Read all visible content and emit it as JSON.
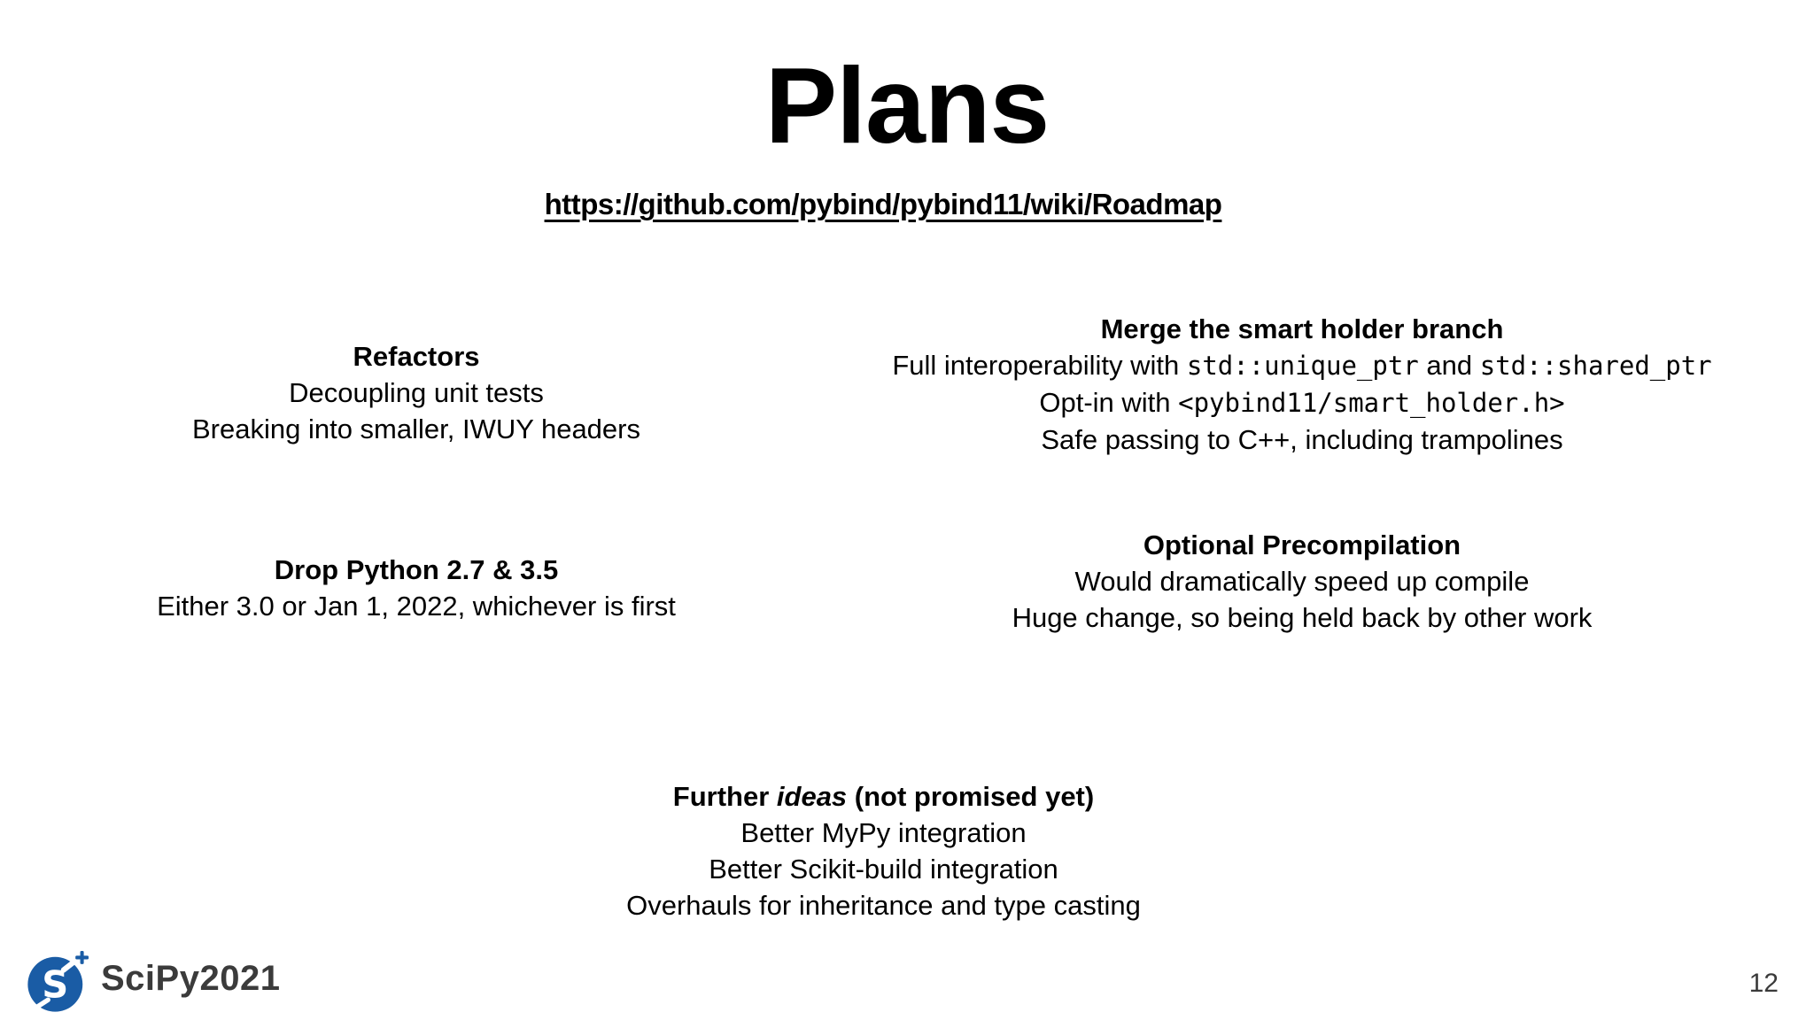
{
  "slide": {
    "title": "Plans",
    "link_text": "https://github.com/pybind/pybind11/wiki/Roadmap",
    "page_number": "12"
  },
  "blocks": {
    "refactors": {
      "heading": "Refactors",
      "line1": "Decoupling unit tests",
      "line2": "Breaking into smaller, IWUY headers"
    },
    "smart_holder": {
      "heading": "Merge the smart holder branch",
      "line1_text1": "Full interoperability with ",
      "line1_code1": "std::unique_ptr",
      "line1_text2": " and ",
      "line1_code2": "std::shared_ptr",
      "line2_text1": "Opt-in with ",
      "line2_code1": "<pybind11/smart_holder.h>",
      "line3": "Safe passing to C++, including trampolines"
    },
    "drop_python": {
      "heading": "Drop Python 2.7 & 3.5",
      "line1": "Either 3.0 or Jan 1, 2022, whichever is first"
    },
    "precompilation": {
      "heading": "Optional Precompilation",
      "line1": "Would dramatically speed up compile",
      "line2": "Huge change, so being held back by other work"
    },
    "further_ideas": {
      "heading_part1": "Further ",
      "heading_italic": "ideas",
      "heading_part2": " (not promised yet)",
      "line1": "Better MyPy integration",
      "line2": "Better Scikit-build integration",
      "line3": "Overhauls for inheritance and type casting"
    }
  },
  "footer": {
    "logo_text": "SciPy2021",
    "logo_blue": "#1a5ca5",
    "logo_text_color": "#3b3b3b"
  }
}
